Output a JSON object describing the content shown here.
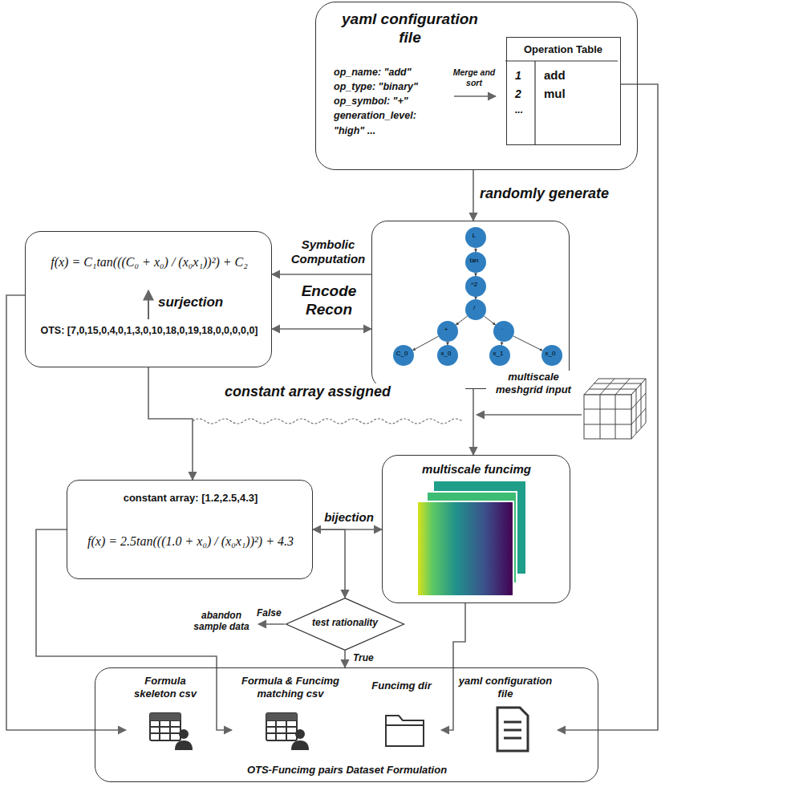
{
  "diagram": {
    "nodes": [
      {
        "text": [
          "yaml configuration file",
          "op_name: \"add\" op_type: \"binary\" op_symbol: \"+\" generation_level: \"high\" ..."
        ]
      },
      {
        "text": [
          "Operation Table",
          "1",
          "add",
          "2",
          "mul",
          "..."
        ],
        "in": 0
      },
      {
        "text": [
          "f(x) = C₁tan(((C₀ + x₀) / (x₀x₁))²) + C₂",
          "surjection",
          "OTS: [7,0,15,0,4,0,1,3,0,10,18,0,19,18,0,0,0,0,0]"
        ]
      },
      {
        "text": []
      },
      {
        "text": [
          "L"
        ],
        "in": 3
      },
      {
        "text": [
          "tan"
        ],
        "in": 3
      },
      {
        "text": [
          "^2"
        ],
        "in": 3
      },
      {
        "text": [
          "/"
        ],
        "in": 3
      },
      {
        "text": [
          "+"
        ],
        "in": 3
      },
      {
        "text": [
          "·"
        ],
        "in": 3
      },
      {
        "text": [
          "C_0"
        ],
        "in": 3
      },
      {
        "text": [
          "x_0"
        ],
        "in": 3
      },
      {
        "text": [
          "x_1"
        ],
        "in": 3
      },
      {
        "text": [
          "x_0"
        ],
        "in": 3
      },
      {
        "text": [
          "constant array: [1.2,2.5,4.3]",
          "f(x) = 2.5tan(((1.0 + x₀) / (x₀x₁))²) + 4.3"
        ]
      },
      {
        "text": [
          "multiscale funcimg"
        ]
      },
      {
        "text": [
          "test rationality"
        ]
      },
      {
        "text": [
          "OTS-Funcimg pairs Dataset Formulation"
        ]
      },
      {
        "text": [
          "Formula skeleton csv"
        ],
        "in": 17
      },
      {
        "text": [
          "Formula & Funcimg matching csv"
        ],
        "in": 17
      },
      {
        "text": [
          "Funcimg dir"
        ],
        "in": 17
      },
      {
        "text": [
          "yaml configuration file"
        ],
        "in": 17
      }
    ],
    "edges": [
      {
        "from": 0,
        "to": 3,
        "arrow": "to",
        "label": "randomly generate"
      },
      {
        "from": 3,
        "to": 2,
        "arrow": "to",
        "label": "Symbolic Computation"
      },
      {
        "from": 2,
        "to": 3,
        "arrow": "both",
        "label": "Encode Recon"
      },
      {
        "from": 2,
        "to": 14,
        "arrow": "to"
      },
      {
        "from": 3,
        "to": 15,
        "arrow": "to"
      },
      {
        "from": 14,
        "to": 15,
        "arrow": "both",
        "label": "bijection"
      },
      {
        "from": 14,
        "to": 16,
        "arrow": "to"
      },
      {
        "from": 16,
        "to": 17,
        "arrow": "to",
        "label": "True"
      },
      {
        "from": 2,
        "to": 18,
        "arrow": "to"
      },
      {
        "from": 14,
        "to": 19,
        "arrow": "to"
      },
      {
        "from": 15,
        "to": 20,
        "arrow": "to"
      },
      {
        "from": 1,
        "to": 21,
        "arrow": "to"
      },
      {
        "from": 4,
        "to": 5,
        "arrow": "to"
      },
      {
        "from": 5,
        "to": 6,
        "arrow": "to"
      },
      {
        "from": 6,
        "to": 7,
        "arrow": "to"
      },
      {
        "from": 7,
        "to": 8,
        "arrow": "to"
      },
      {
        "from": 7,
        "to": 9,
        "arrow": "to"
      },
      {
        "from": 8,
        "to": 10,
        "arrow": "to"
      },
      {
        "from": 8,
        "to": 11,
        "arrow": "to"
      },
      {
        "from": 9,
        "to": 12,
        "arrow": "to"
      },
      {
        "from": 9,
        "to": 13,
        "arrow": "to"
      }
    ],
    "labels": [
      "Merge and sort",
      "constant array assigned",
      "multiscale meshgrid input",
      "False",
      "abandon sample data"
    ]
  }
}
